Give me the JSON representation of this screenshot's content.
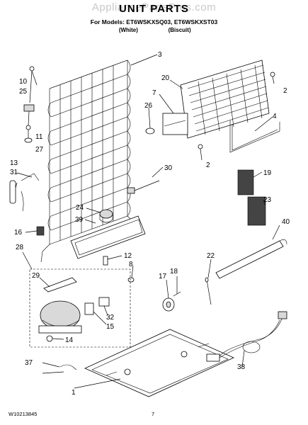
{
  "header": {
    "watermark": "AppliancePartsPros.com",
    "title": "UNIT PARTS",
    "models_line": "For Models: ET6WSKXSQ03, ET6WSKXST03",
    "color_white": "(White)",
    "color_biscuit": "(Biscuit)"
  },
  "footer": {
    "doc_number": "W10213845",
    "page_number": "7"
  },
  "callouts": [
    "1",
    "2",
    "2",
    "3",
    "4",
    "7",
    "8",
    "10",
    "11",
    "12",
    "13",
    "14",
    "15",
    "16",
    "17",
    "18",
    "19",
    "20",
    "22",
    "23",
    "24",
    "25",
    "26",
    "27",
    "28",
    "29",
    "30",
    "31",
    "32",
    "37",
    "38",
    "39",
    "40"
  ]
}
